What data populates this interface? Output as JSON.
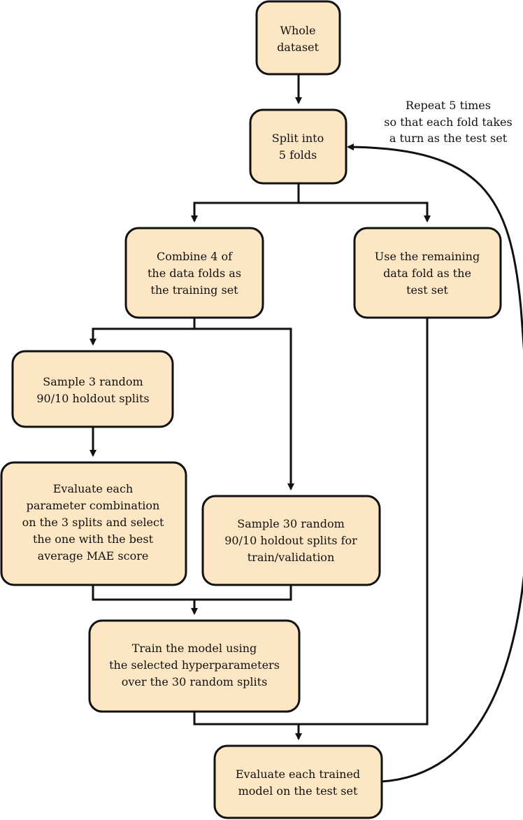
{
  "colors": {
    "box_fill": "#fde6c3",
    "stroke": "#111111"
  },
  "nodes": {
    "whole_dataset": {
      "lines": [
        "Whole",
        "dataset"
      ]
    },
    "split_folds": {
      "lines": [
        "Split into",
        "5 folds"
      ]
    },
    "combine_training": {
      "lines": [
        "Combine 4 of",
        "the data folds as",
        "the training set"
      ]
    },
    "use_test": {
      "lines": [
        "Use the remaining",
        "data fold as the",
        "test set"
      ]
    },
    "sample_3": {
      "lines": [
        "Sample 3 random",
        "90/10 holdout splits"
      ]
    },
    "evaluate_params": {
      "lines": [
        "Evaluate each",
        "parameter combination",
        "on the 3 splits and select",
        "the one with the best",
        "average MAE score"
      ]
    },
    "sample_30": {
      "lines": [
        "Sample 30 random",
        "90/10 holdout splits for",
        "train/validation"
      ]
    },
    "train_model": {
      "lines": [
        "Train the model using",
        "the selected hyperparameters",
        "over the 30 random splits"
      ]
    },
    "evaluate_test": {
      "lines": [
        "Evaluate each trained",
        "model on the test set"
      ]
    }
  },
  "repeat_note": {
    "lines": [
      "Repeat 5 times",
      "so that each fold takes",
      "a turn as the test set"
    ]
  }
}
